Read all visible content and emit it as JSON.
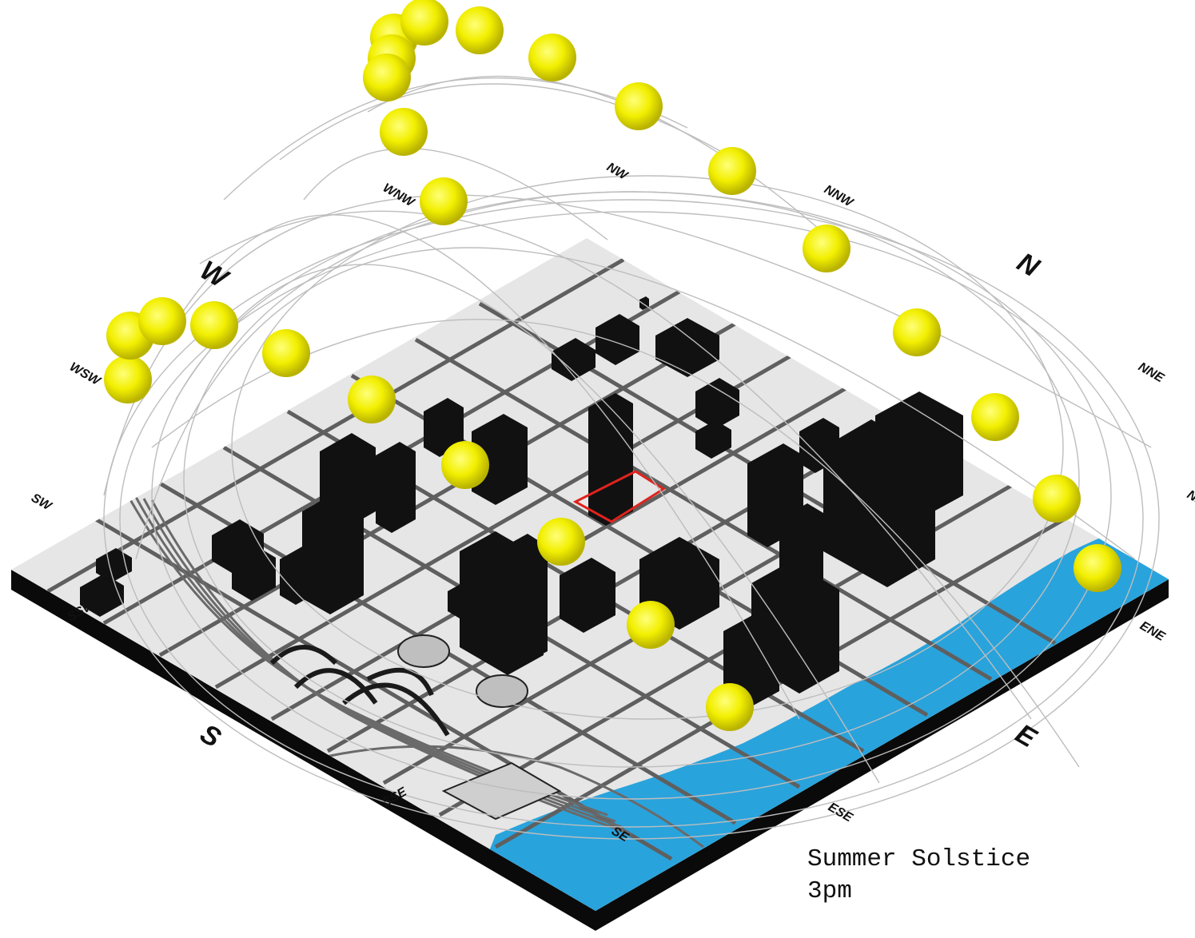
{
  "caption": {
    "title": "Summer Solstice",
    "time": "3pm"
  },
  "compass": {
    "cardinal": [
      "W",
      "N",
      "E",
      "S"
    ],
    "intercardinal": [
      "NW",
      "NNW",
      "WNW",
      "NNE",
      "ENE",
      "WSW",
      "SW",
      "SSW",
      "SSE",
      "SE",
      "ESE",
      "NE"
    ]
  },
  "colors": {
    "ground": "#e6e6e6",
    "slab_edge": "#0a0a0a",
    "water": "#29a3dc",
    "roads": "#5f5f5f",
    "buildings": "#111111",
    "site_outline": "#e0231c",
    "sun": "#f0ee00",
    "sun_path_lines": "#bdbdbd"
  },
  "sun_markers": {
    "count": 28,
    "icon": "sun-sphere-icon"
  },
  "site": {
    "icon": "site-boundary-icon"
  }
}
